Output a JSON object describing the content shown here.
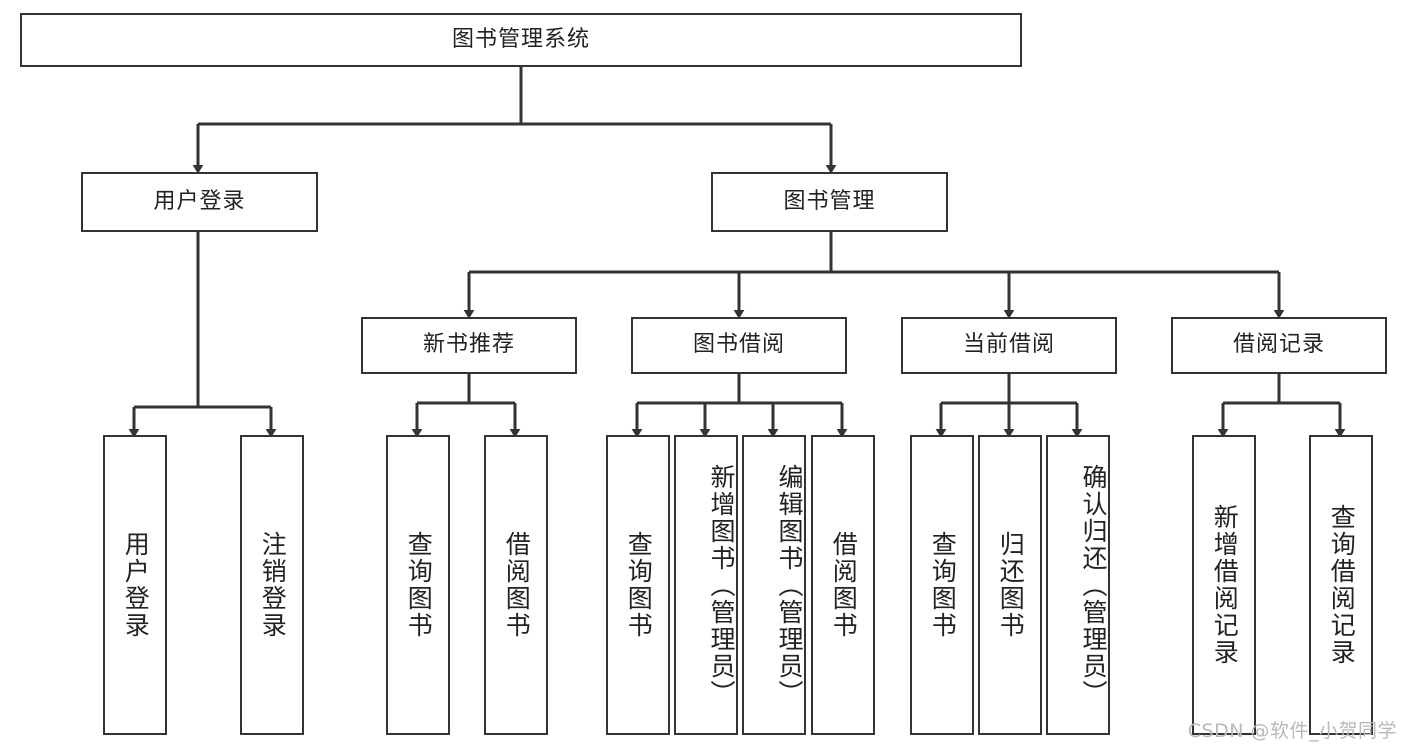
{
  "diagram": {
    "title": "图书管理系统",
    "watermark": "CSDN @软件_小贺同学",
    "colors": {
      "stroke": "#333333",
      "fill": "#ffffff",
      "text": "#222222",
      "watermark": "#b9b9b9"
    },
    "levels": {
      "root": {
        "label": "图书管理系统"
      },
      "level2": [
        {
          "label": "用户登录"
        },
        {
          "label": "图书管理"
        }
      ],
      "level3": [
        {
          "label": "新书推荐"
        },
        {
          "label": "图书借阅"
        },
        {
          "label": "当前借阅"
        },
        {
          "label": "借阅记录"
        }
      ],
      "leaves": [
        {
          "label": "用户登录",
          "parent": "用户登录"
        },
        {
          "label": "注销登录",
          "parent": "用户登录"
        },
        {
          "label": "查询图书",
          "parent": "新书推荐"
        },
        {
          "label": "借阅图书",
          "parent": "新书推荐"
        },
        {
          "label": "查询图书",
          "parent": "图书借阅"
        },
        {
          "label": "新增图书（管理员）",
          "parent": "图书借阅"
        },
        {
          "label": "编辑图书（管理员）",
          "parent": "图书借阅"
        },
        {
          "label": "借阅图书",
          "parent": "图书借阅"
        },
        {
          "label": "查询图书",
          "parent": "当前借阅"
        },
        {
          "label": "归还图书",
          "parent": "当前借阅"
        },
        {
          "label": "确认归还（管理员）",
          "parent": "当前借阅"
        },
        {
          "label": "新增借阅记录",
          "parent": "借阅记录"
        },
        {
          "label": "查询借阅记录",
          "parent": "借阅记录"
        }
      ]
    }
  }
}
